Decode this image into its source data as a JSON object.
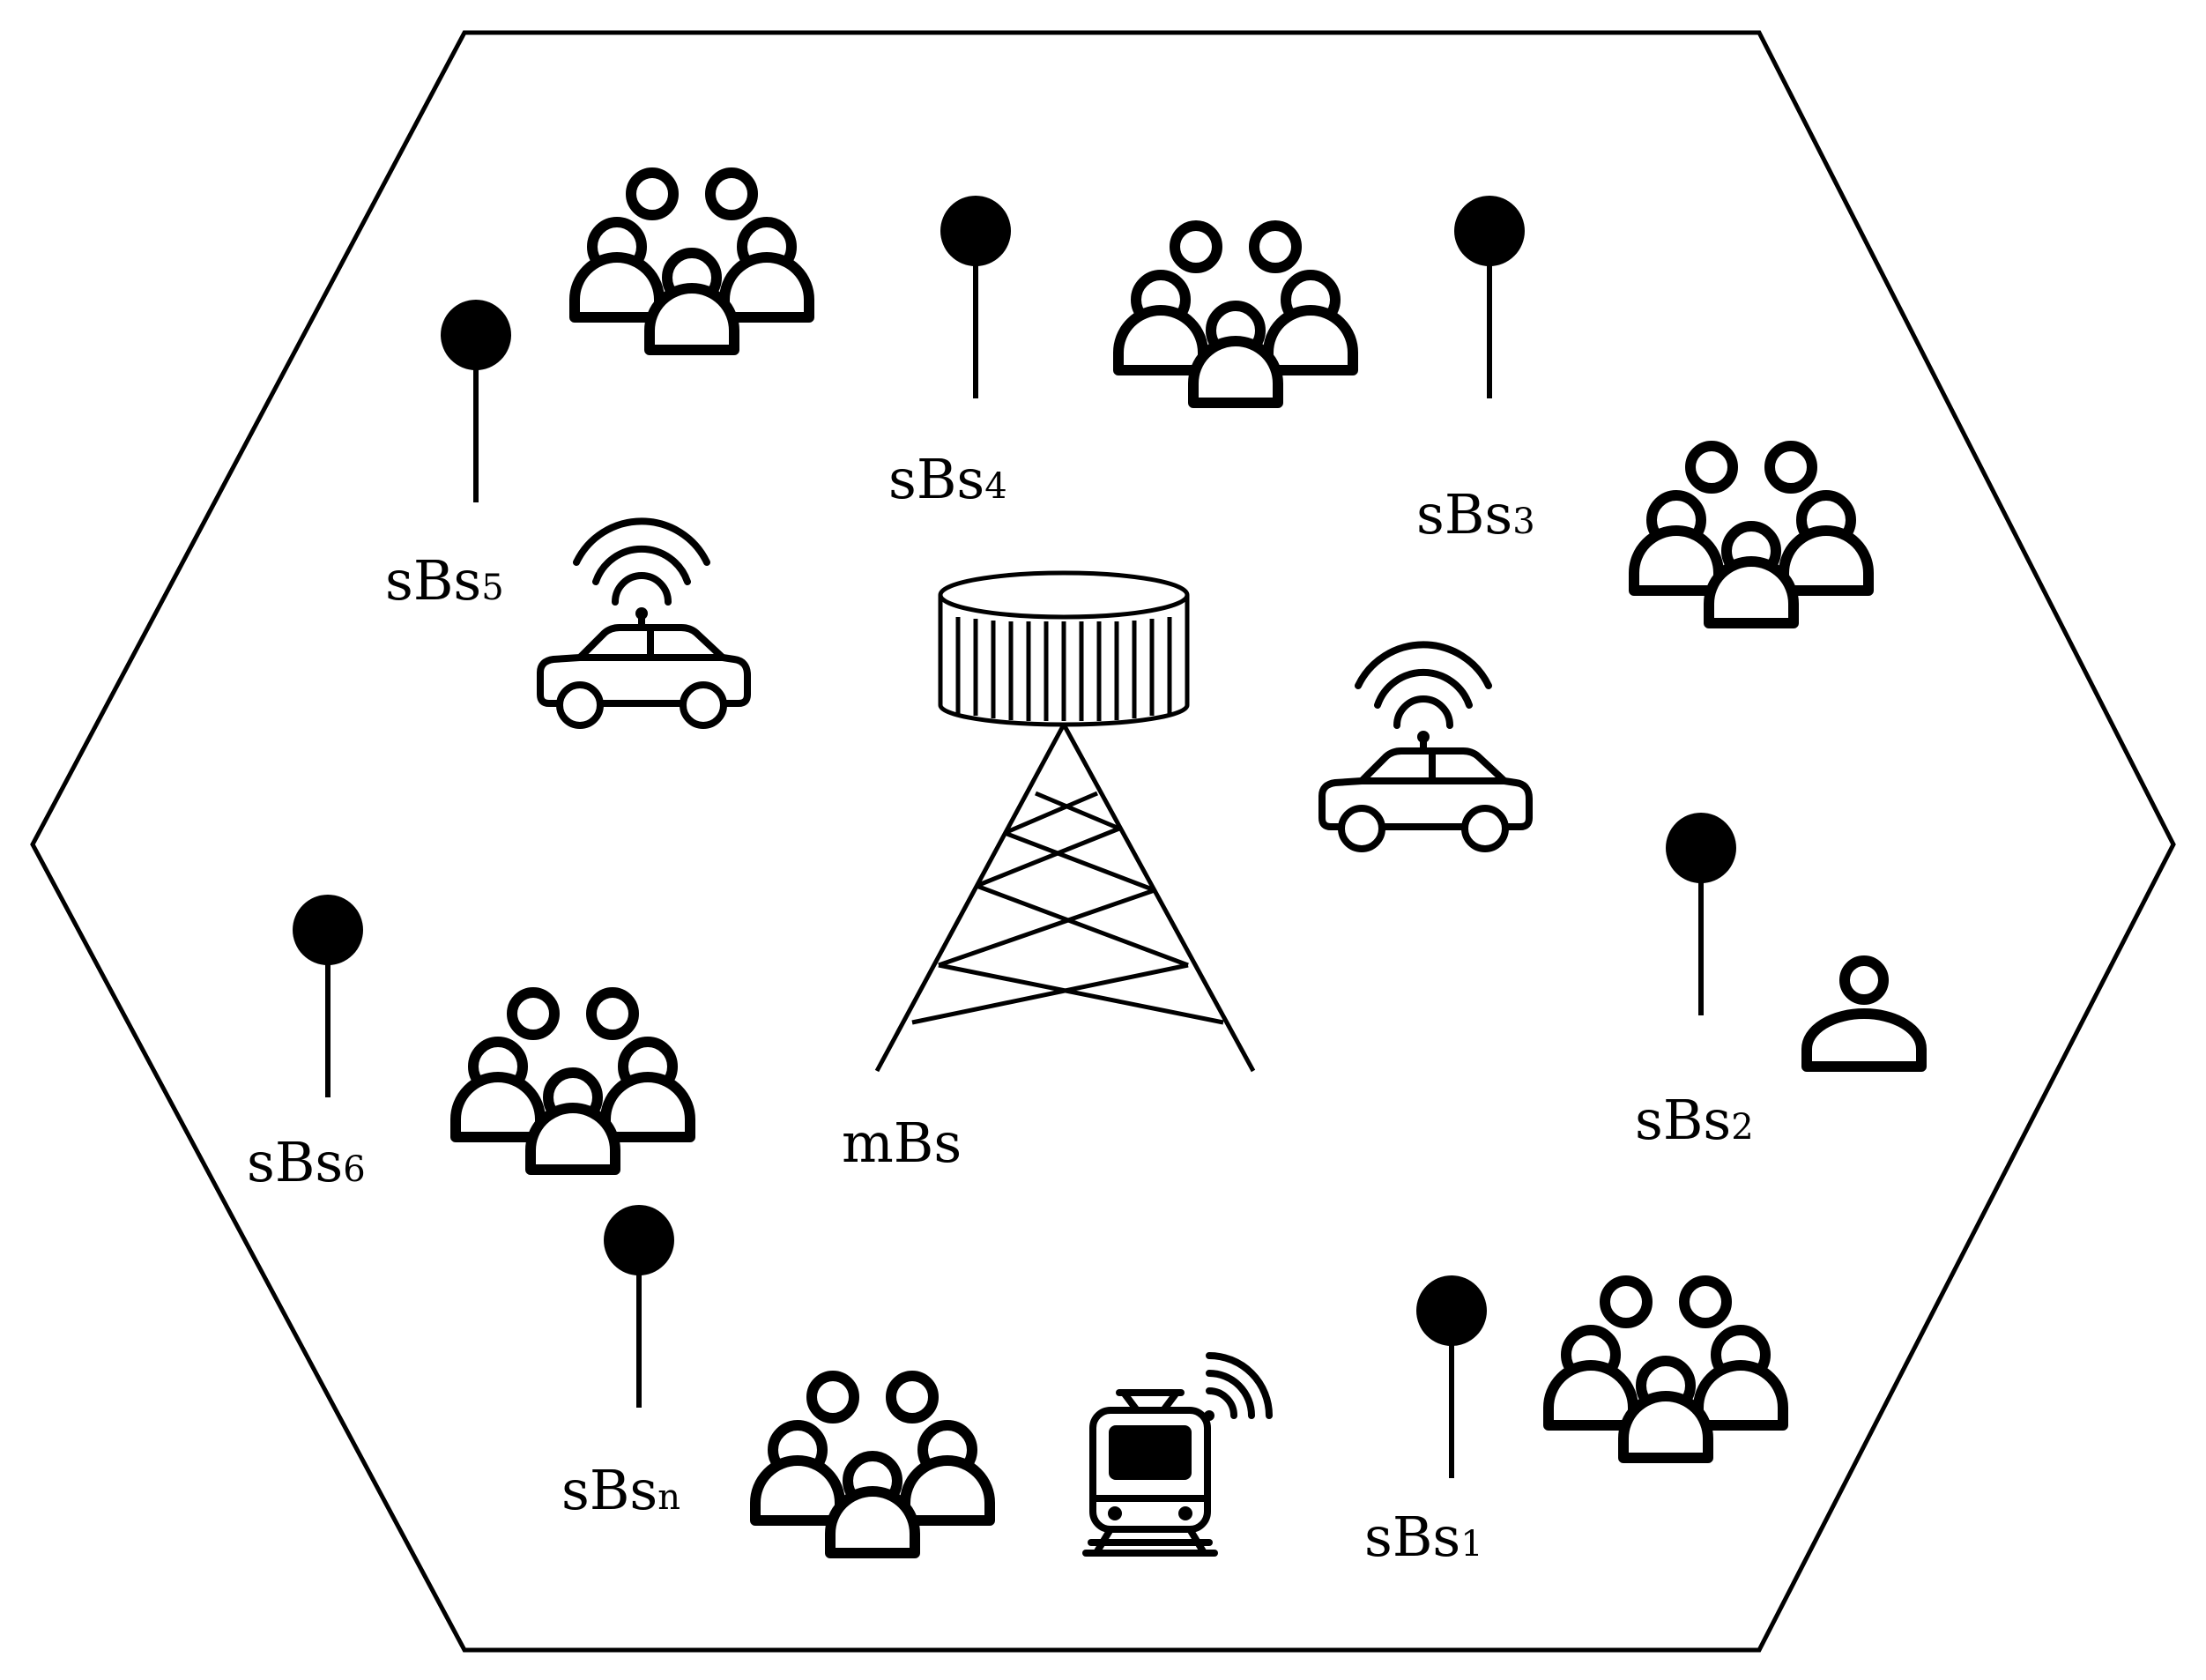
{
  "diagram": {
    "macro_station": {
      "label": "mBs",
      "icon": "cell-tower-icon"
    },
    "small_stations": [
      {
        "id": "s1",
        "base": "sBs",
        "sub": "1"
      },
      {
        "id": "s2",
        "base": "sBs",
        "sub": "2"
      },
      {
        "id": "s3",
        "base": "sBs",
        "sub": "3"
      },
      {
        "id": "s4",
        "base": "sBs",
        "sub": "4"
      },
      {
        "id": "s5",
        "base": "sBs",
        "sub": "5"
      },
      {
        "id": "s6",
        "base": "sBs",
        "sub": "6"
      },
      {
        "id": "sn",
        "base": "sBs",
        "sub": "n"
      }
    ],
    "icons": {
      "small_station": "antenna-pin-icon",
      "user_group": "people-group-icon",
      "single_user": "person-icon",
      "vehicle": "connected-car-icon",
      "train": "connected-train-icon",
      "cell": "hexagon-cell"
    },
    "colors": {
      "stroke": "#000000",
      "background": "#ffffff"
    }
  }
}
